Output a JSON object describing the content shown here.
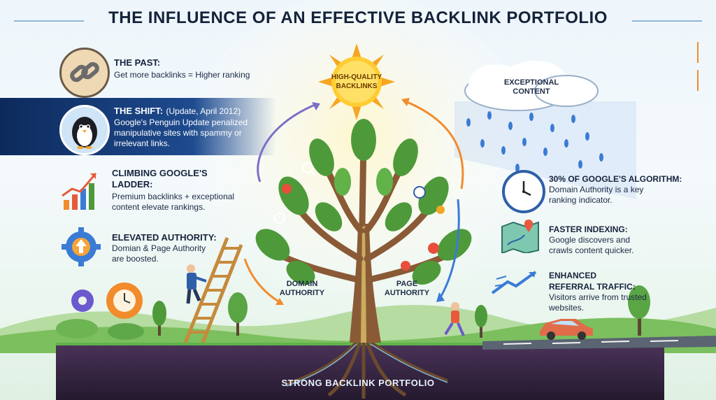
{
  "title": "THE INFLUENCE OF AN EFFECTIVE BACKLINK PORTFOLIO",
  "sun_label": "HIGH-QUALITY BACKLINKS",
  "cloud_label": "EXCEPTIONAL CONTENT",
  "tree": {
    "left_label": "DOMAIN AUTHORITY",
    "right_label": "PAGE AUTHORITY",
    "bottom_label": "STRONG BACKLINK PORTFOLIO"
  },
  "left_items": [
    {
      "heading": "THE PAST:",
      "text": "Get more backlinks = Higher ranking",
      "icon": "chain-link-icon"
    },
    {
      "heading": "THE SHIFT:",
      "heading_suffix": "(Update, April 2012)",
      "text": "Google's Penguin Update penalized manipulative sites with spammy or irrelevant links.",
      "icon": "penguin-icon"
    },
    {
      "heading": "CLIMBING GOOGLE'S LADDER:",
      "text": "Premium backlinks + exceptional content elevate rankings.",
      "icon": "rising-chart-icon"
    },
    {
      "heading": "ELEVATED AUTHORITY:",
      "text": "Domian & Page Authority are boosted.",
      "icon": "gear-arrow-icon"
    }
  ],
  "right_items": [
    {
      "heading": "30% OF GOOGLE'S ALGORITHM:",
      "text": "Domain Authority is a key ranking indicator.",
      "icon": "clock-icon"
    },
    {
      "heading": "FASTER INDEXING:",
      "text": "Google discovers and crawls content quicker.",
      "icon": "map-icon"
    },
    {
      "heading": "ENHANCED REFERRAL TRAFFIC:",
      "text": "Visitors arrive from trusted websites.",
      "icon": "arrows-icon"
    }
  ],
  "colors": {
    "navy": "#0d2a5c",
    "orange": "#f28b2c",
    "green": "#4e9a3a",
    "blue": "#3a7bd5",
    "soil": "#3a2b4a"
  }
}
